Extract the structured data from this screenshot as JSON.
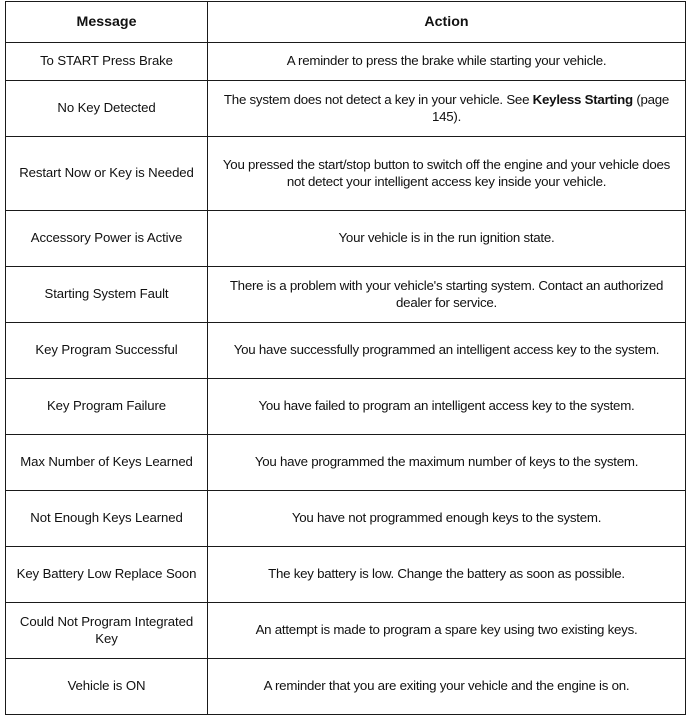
{
  "table": {
    "headers": {
      "message": "Message",
      "action": "Action"
    },
    "rows": [
      {
        "message": "To START Press Brake",
        "action": "A reminder to press the brake while starting your vehicle.",
        "height": "h1"
      },
      {
        "message": "No Key Detected",
        "action_pre": "The system does not detect a key in your vehicle.  See ",
        "action_bold": "Keyless Starting",
        "action_post": " (page 145).",
        "height": "h2"
      },
      {
        "message": "Restart Now or Key is Needed",
        "action": "You pressed the start/stop button to switch off the engine and your vehicle does not detect your intelligent access key inside your vehicle.",
        "height": "h3"
      },
      {
        "message": "Accessory Power is Active",
        "action": "Your vehicle is in the run ignition state.",
        "height": "h2"
      },
      {
        "message": "Starting System Fault",
        "action": "There is a problem with your vehicle's starting system. Contact an authorized dealer for service.",
        "height": "h2"
      },
      {
        "message": "Key Program Successful",
        "action": "You have successfully programmed an intelligent access key to the system.",
        "height": "h2"
      },
      {
        "message": "Key Program Failure",
        "action": "You have failed to program an intelligent access key to the system.",
        "height": "h2"
      },
      {
        "message": "Max Number of Keys Learned",
        "action": "You have programmed the maximum number of keys to the system.",
        "height": "h2"
      },
      {
        "message": "Not Enough Keys Learned",
        "action": "You have not programmed enough keys to the system.",
        "height": "h2"
      },
      {
        "message": "Key Battery Low Replace Soon",
        "action": "The key battery is low. Change the battery as soon as possible.",
        "height": "h2"
      },
      {
        "message": "Could Not Program Integrated Key",
        "action": "An attempt is made to program a spare key using two existing keys.",
        "height": "h2"
      },
      {
        "message": "Vehicle is ON",
        "action": "A reminder that you are exiting your vehicle and the engine is on.",
        "height": "h2"
      }
    ]
  },
  "colors": {
    "border": "#1a1a1a",
    "text": "#111111",
    "background": "#ffffff"
  }
}
